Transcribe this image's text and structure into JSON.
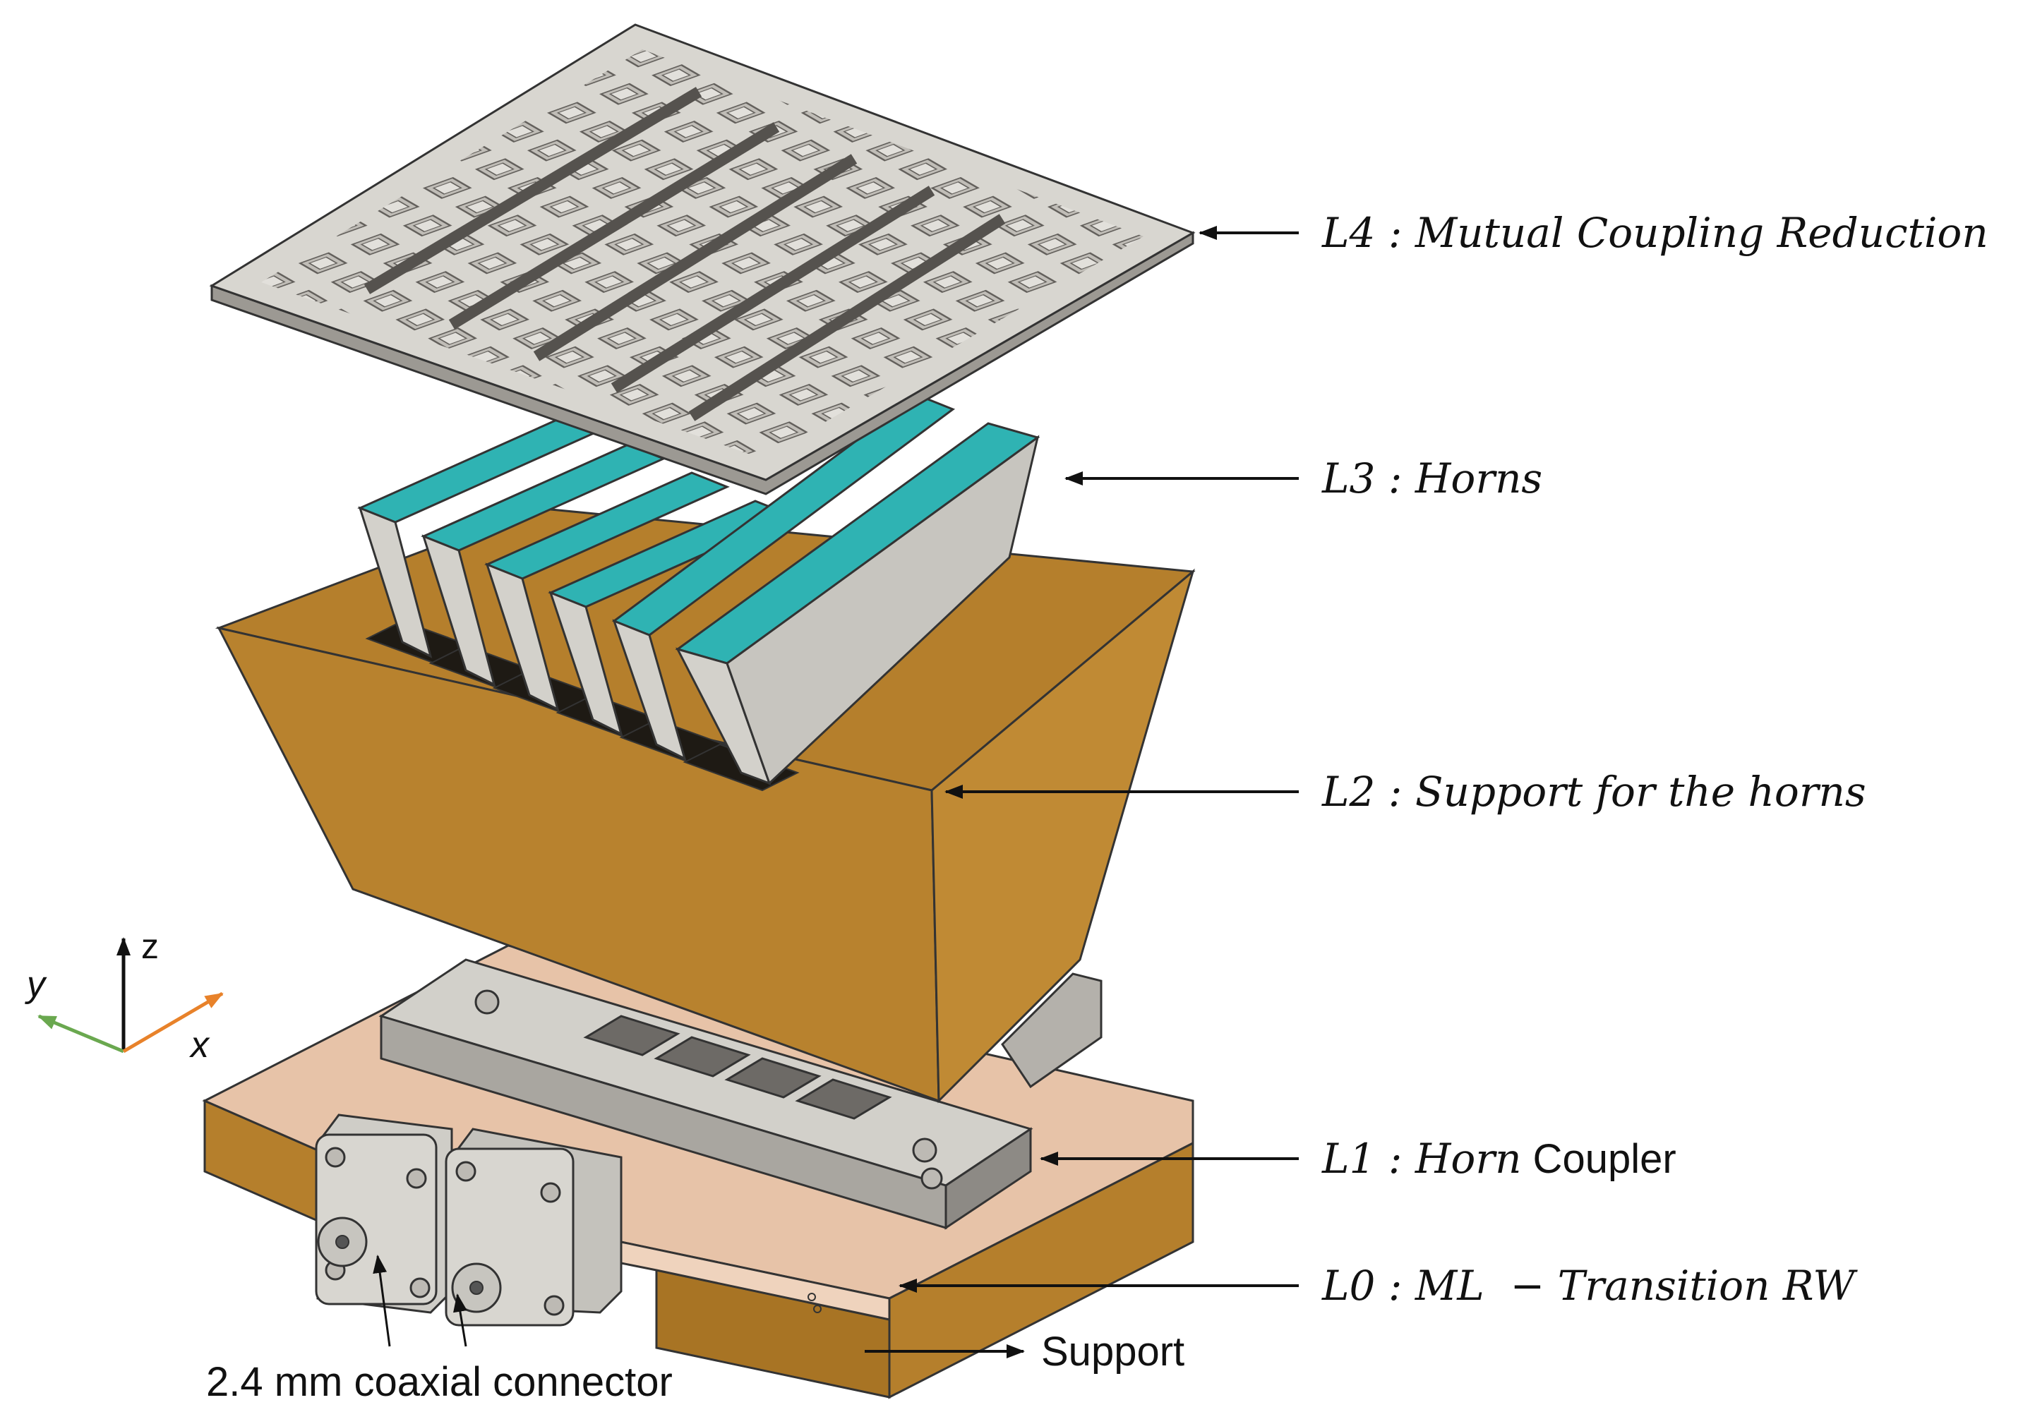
{
  "labels": {
    "l4": {
      "prefix": "L4 : ",
      "name": "Mutual Coupling Reduction"
    },
    "l3": {
      "prefix": "L3 : ",
      "name": "Horns"
    },
    "l2": {
      "prefix": "L2 : ",
      "name": "Support for the horns"
    },
    "l1": {
      "prefix": "L1 : ",
      "name_italic": "Horn",
      "name_plain": " Coupler"
    },
    "l0": {
      "prefix": "L0 : ",
      "name": "ML  − Transition RW"
    },
    "support": "Support",
    "connector": "2.4 mm coaxial connector"
  },
  "axes": {
    "z": "z",
    "y": "y",
    "x": "x"
  },
  "colors": {
    "support_brown": "#b57f2c",
    "support_brown_dark": "#8e6320",
    "pcb_pink": "#e7c3a8",
    "metal_light": "#d8d6d0",
    "metal_mid": "#b4b1ab",
    "metal_dark": "#8d8a85",
    "horn_teal": "#2fb3b3",
    "axis_y_green": "#6aa84f",
    "axis_x_orange": "#e8822a"
  }
}
